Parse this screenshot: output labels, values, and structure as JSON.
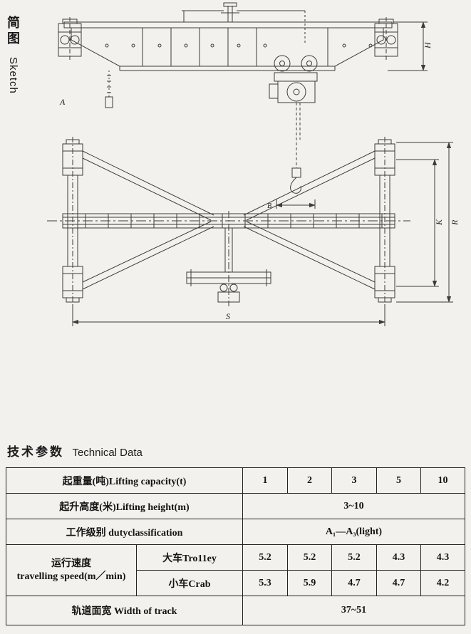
{
  "sketch": {
    "label_zh": "简图",
    "label_en": "Sketch",
    "dims": {
      "A": "A",
      "H": "H",
      "K": "K",
      "R": "R",
      "S": "S",
      "B": "B"
    }
  },
  "heading": {
    "zh": "技术参数",
    "en": "Technical Data"
  },
  "table": {
    "capacity_label": "起重量(吨)Lifting capacity(t)",
    "capacity_values": [
      "1",
      "2",
      "3",
      "5",
      "10"
    ],
    "height_label": "起升高度(米)Lifting height(m)",
    "height_value": "3~10",
    "duty_label": "工作级别 dutyclassification",
    "duty_value": "A₁—A₃(light)",
    "speed_label_zh": "运行速度",
    "speed_label_en": "travelling speed(m／min)",
    "trolley_label": "大车Tro11ey",
    "trolley_values": [
      "5.2",
      "5.2",
      "5.2",
      "4.3",
      "4.3"
    ],
    "crab_label": "小车Crab",
    "crab_values": [
      "5.3",
      "5.9",
      "4.7",
      "4.7",
      "4.2"
    ],
    "track_label": "轨道面宽 Width of track",
    "track_value": "37~51"
  }
}
